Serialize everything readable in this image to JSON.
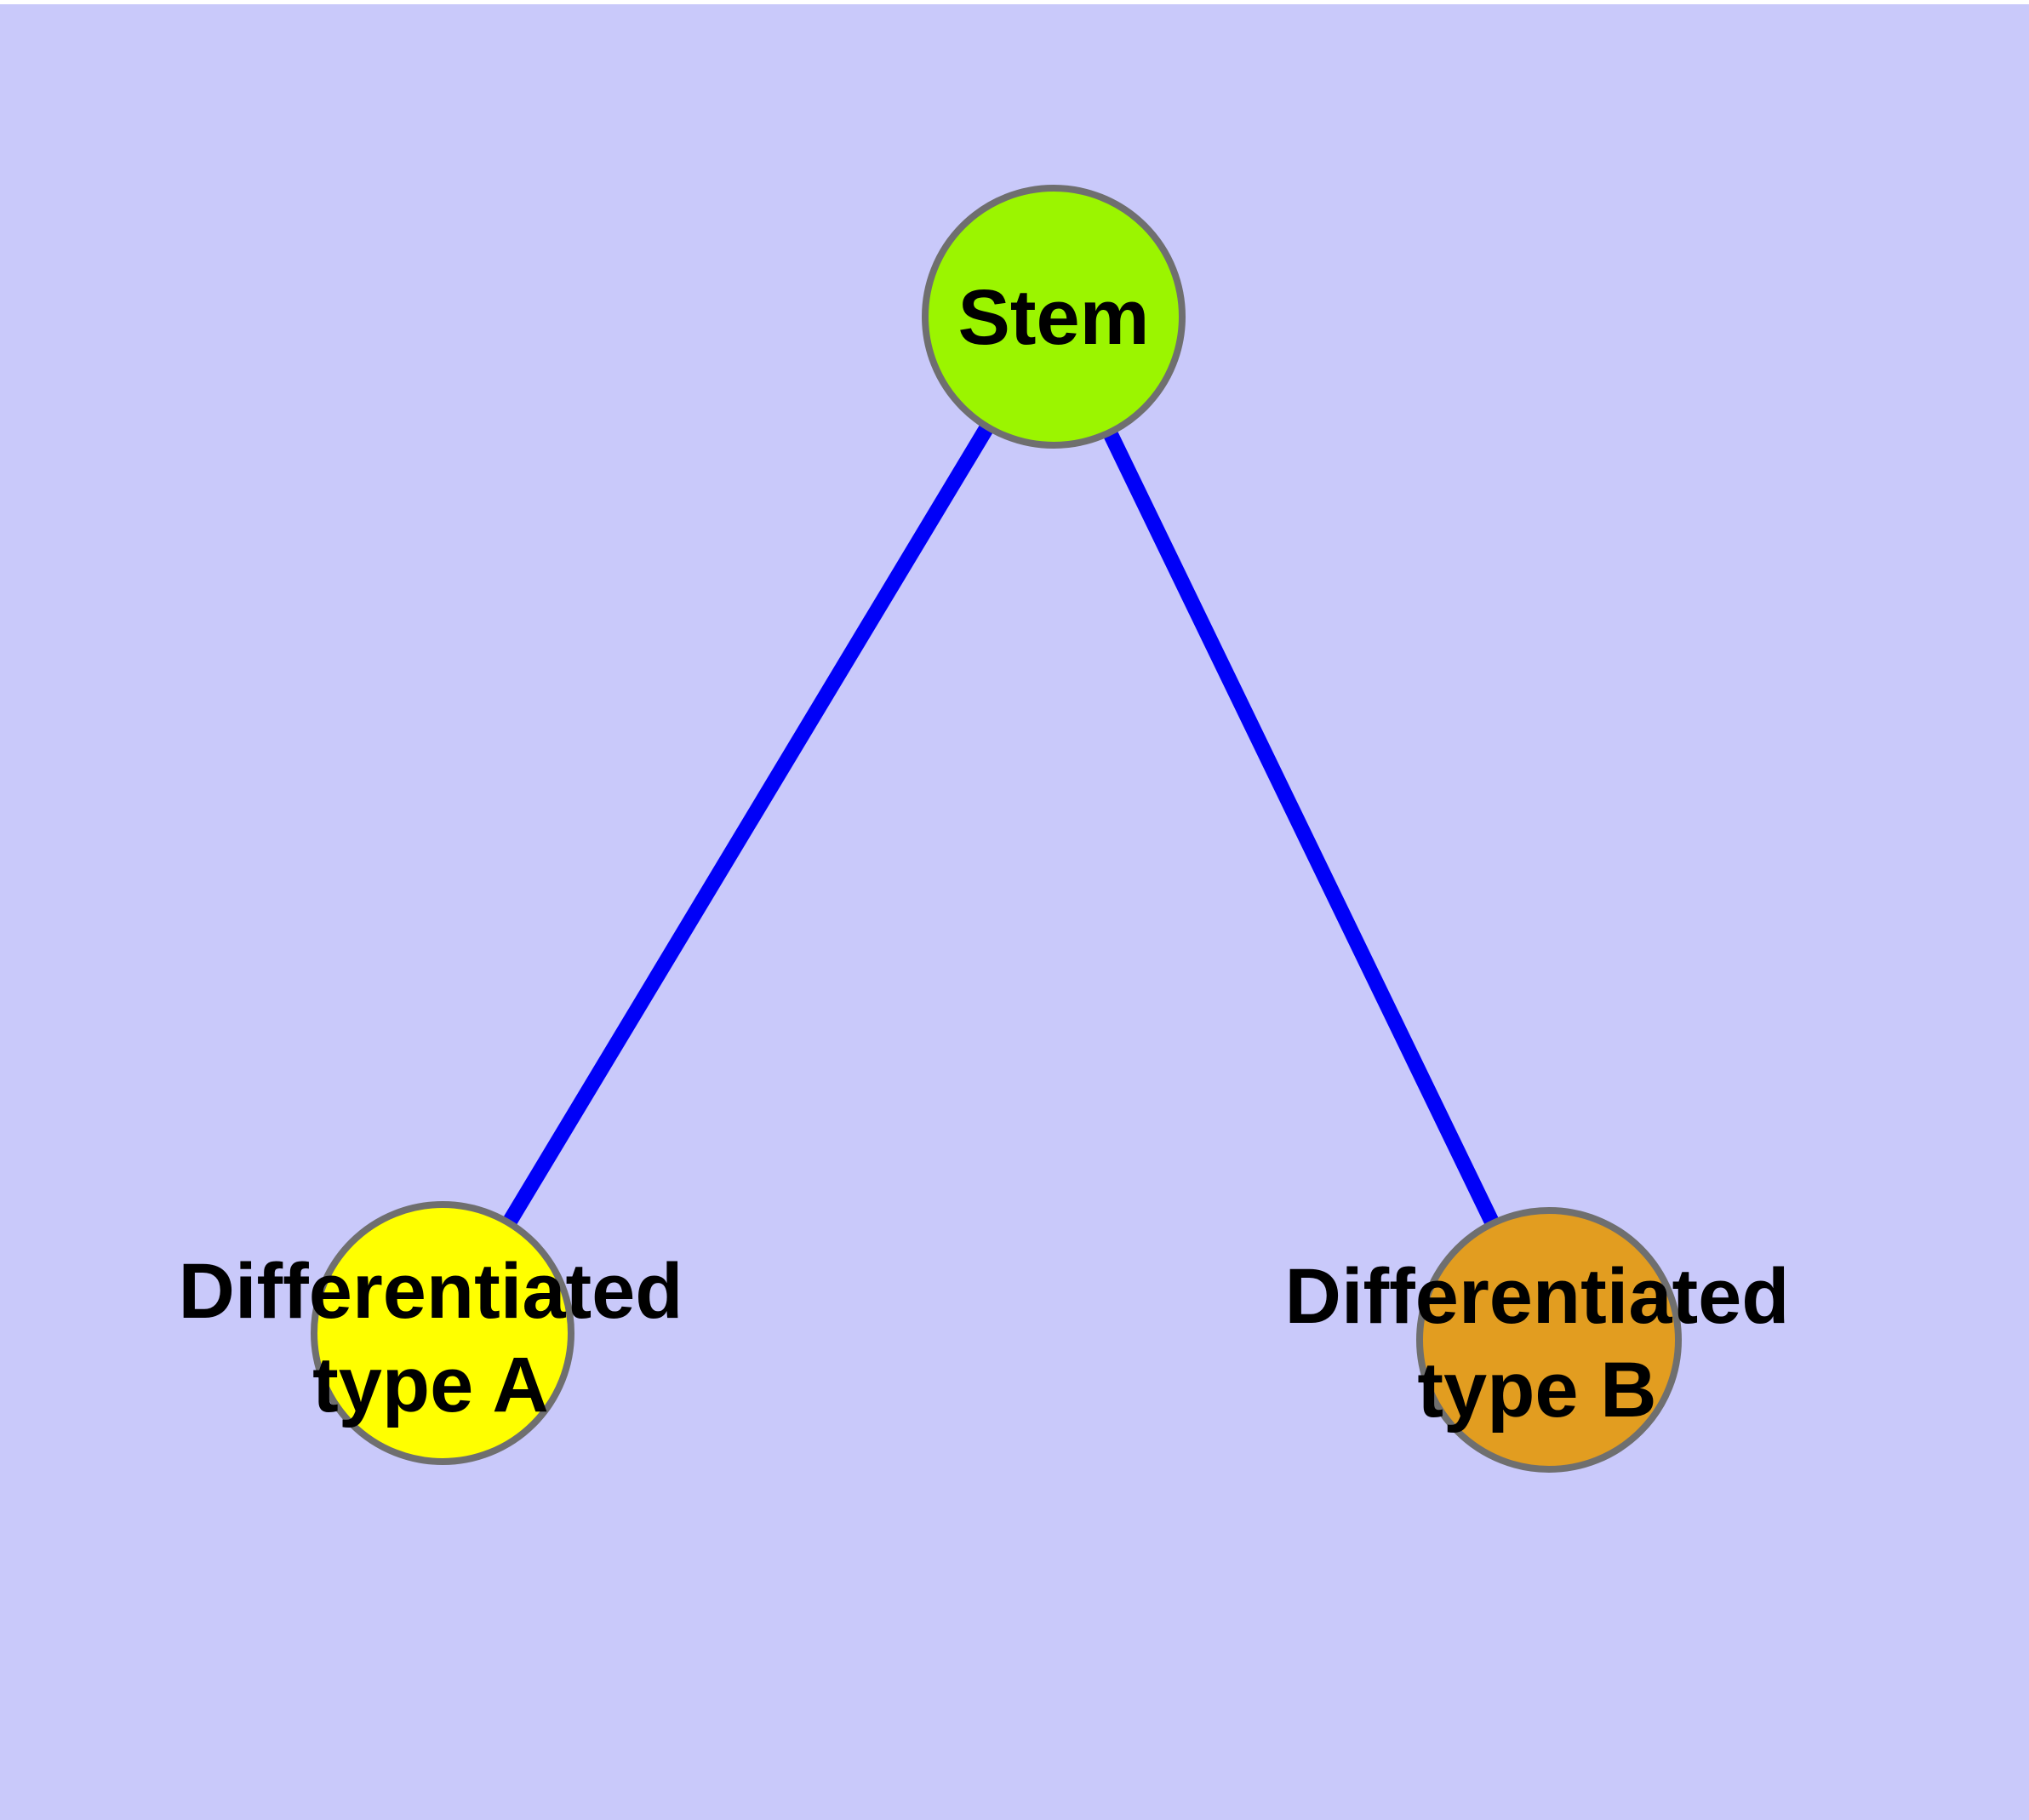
{
  "canvas": {
    "background_color": "#c9c9fa",
    "top_margin_color": "#ffffff"
  },
  "nodes": {
    "border_color": "#6f6f6f",
    "stem": {
      "label": "Stem",
      "color": "#9bf500"
    },
    "type_a": {
      "label": "Differentiated type A",
      "label_line1": "Differentiated",
      "label_line2": "type A",
      "color": "#ffff00"
    },
    "type_b": {
      "label": "Differentiated type B",
      "label_line1": "Differentiated",
      "label_line2": "type B",
      "color": "#e29d20"
    }
  },
  "edges": {
    "color": "#0000f8",
    "connections": [
      {
        "from": "Stem",
        "to": "Differentiated type A"
      },
      {
        "from": "Stem",
        "to": "Differentiated type B"
      }
    ]
  },
  "labels": {
    "color": "#000000"
  }
}
